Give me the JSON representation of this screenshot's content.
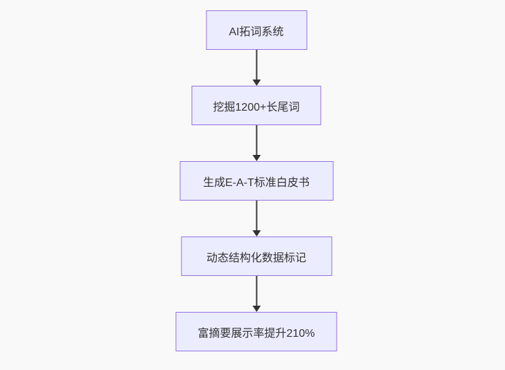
{
  "page": {
    "background_color": "#f9f9f9"
  },
  "flowchart": {
    "type": "flowchart",
    "direction": "top-down",
    "style": {
      "node_fill": "#ECECFF",
      "node_border_color": "#9370DB",
      "node_text_color": "#333333",
      "edge_color": "#333333"
    },
    "nodes": [
      {
        "label": "AI拓词系统"
      },
      {
        "label": "挖掘1200+长尾词"
      },
      {
        "label": "生成E-A-T标准白皮书"
      },
      {
        "label": "动态结构化数据标记"
      },
      {
        "label": "富摘要展示率提升210%"
      }
    ],
    "edges": [
      {
        "from": "AI拓词系统",
        "to": "挖掘1200+长尾词"
      },
      {
        "from": "挖掘1200+长尾词",
        "to": "生成E-A-T标准白皮书"
      },
      {
        "from": "生成E-A-T标准白皮书",
        "to": "动态结构化数据标记"
      },
      {
        "from": "动态结构化数据标记",
        "to": "富摘要展示率提升210%"
      }
    ]
  }
}
